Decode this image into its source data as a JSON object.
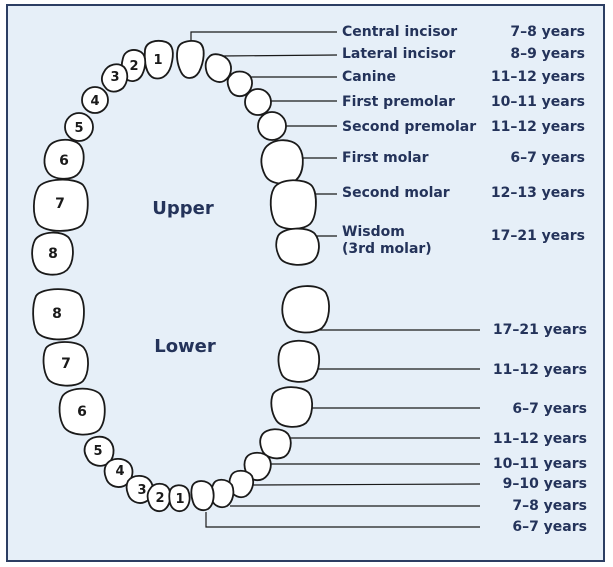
{
  "diagram": {
    "colors": {
      "background": "#e6eff8",
      "border": "#2c3e63",
      "outline": "#1a1a1a",
      "text": "#24335a",
      "tooth_fill": "#ffffff"
    },
    "upper_label": "Upper",
    "lower_label": "Lower",
    "upper_teeth": [
      {
        "name": "Central incisor",
        "age": "7–8 years",
        "number": "1"
      },
      {
        "name": "Lateral incisor",
        "age": "8–9 years",
        "number": "2"
      },
      {
        "name": "Canine",
        "age": "11–12 years",
        "number": "3"
      },
      {
        "name": "First premolar",
        "age": "10–11 years",
        "number": "4"
      },
      {
        "name": "Second premolar",
        "age": "11–12 years",
        "number": "5"
      },
      {
        "name": "First molar",
        "age": "6–7 years",
        "number": "6"
      },
      {
        "name": "Second molar",
        "age": "12–13 years",
        "number": "7"
      },
      {
        "name": "Wisdom",
        "name_line2": "(3rd molar)",
        "age": "17–21 years",
        "number": "8"
      }
    ],
    "lower_teeth": [
      {
        "age": "17–21 years",
        "number": "8"
      },
      {
        "age": "11–12 years",
        "number": "7"
      },
      {
        "age": "6–7 years",
        "number": "6"
      },
      {
        "age": "11–12 years",
        "number": "5"
      },
      {
        "age": "10–11 years",
        "number": "4"
      },
      {
        "age": "9–10 years",
        "number": "3"
      },
      {
        "age": "7–8 years",
        "number": "2"
      },
      {
        "age": "6–7 years",
        "number": "1"
      }
    ]
  }
}
